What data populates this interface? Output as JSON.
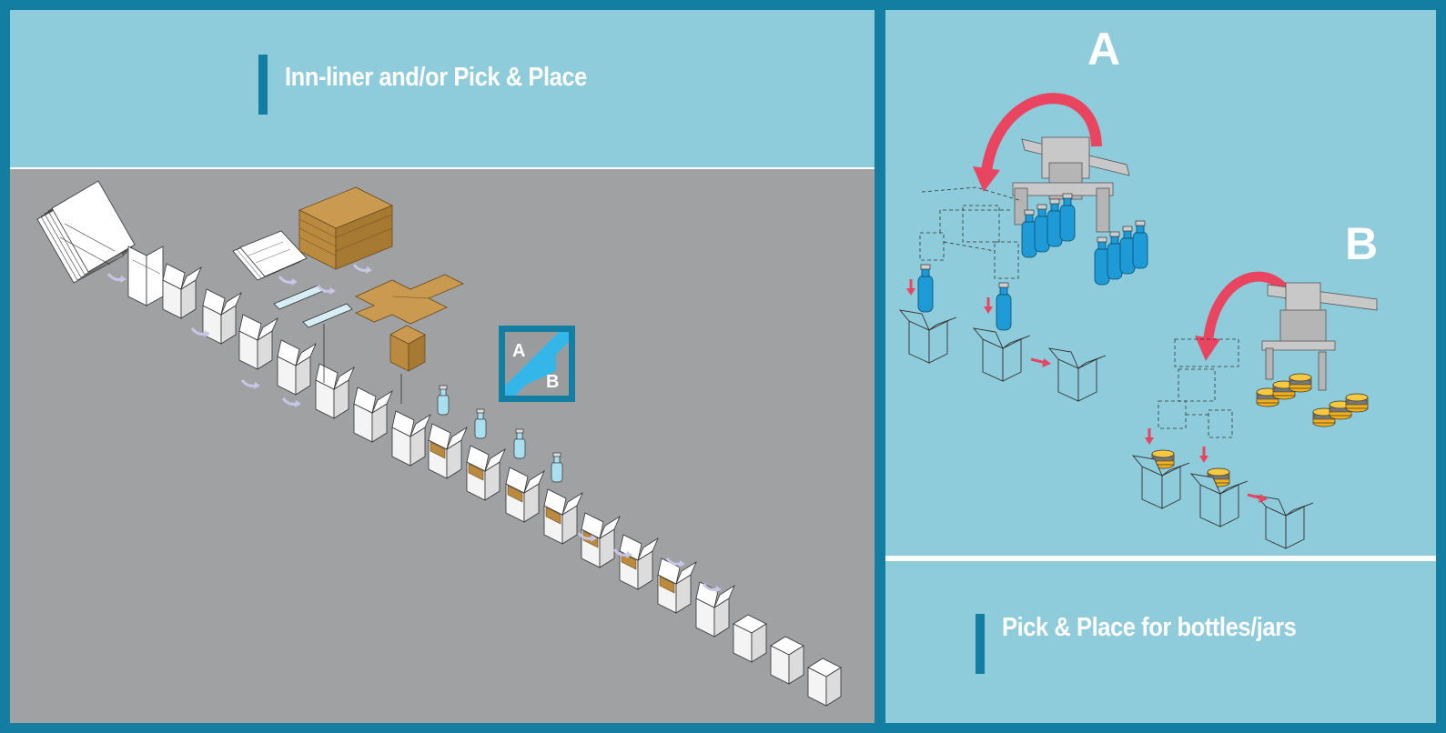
{
  "left_panel": {
    "title": "Inn-liner and/or Pick & Place"
  },
  "right_panel": {
    "title": "Pick & Place for bottles/jars",
    "label_a": "A",
    "label_b": "B"
  },
  "legend_icon": {
    "label_a": "A",
    "label_b": "B"
  },
  "colors": {
    "frame": "#137ea1",
    "panel_bg": "#8ecbdb",
    "stage_bg": "#a0a1a3",
    "cardboard": "#b98a3f",
    "bottle_blue": "#1e9ad6",
    "arrow_red": "#e94560",
    "jar_gold": "#f2b11b"
  }
}
